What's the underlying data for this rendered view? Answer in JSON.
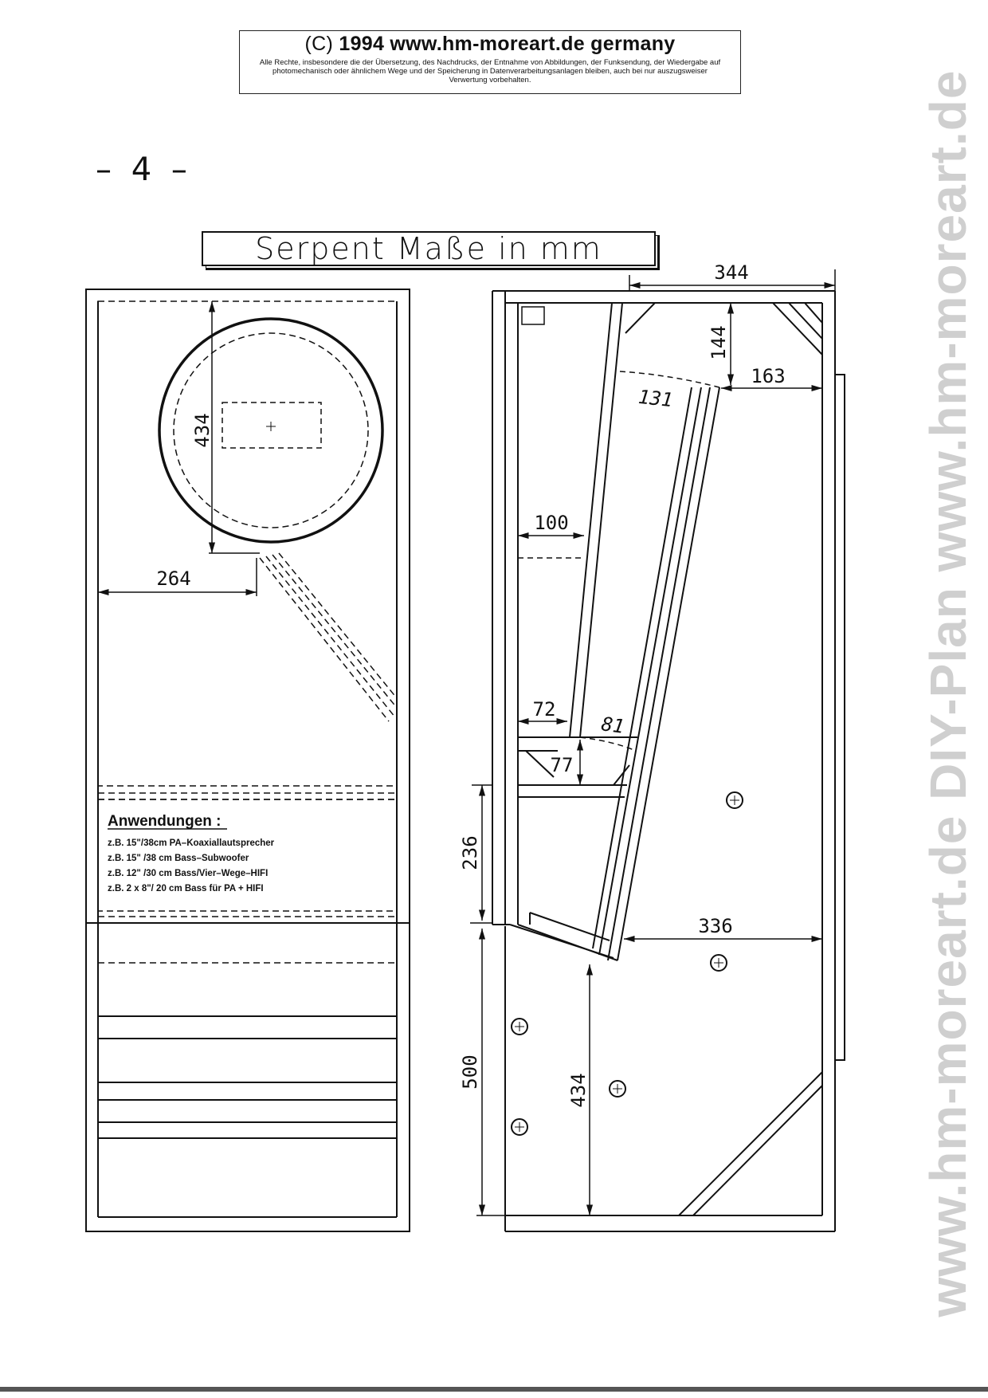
{
  "header": {
    "copyright_symbol": "C",
    "copyright_text": "1994  www.hm-moreart.de  germany",
    "rights_text": "Alle Rechte, insbesondere die der Übersetzung, des Nachdrucks, der Entnahme von Abbildungen, der Funksendung, der Wiedergabe auf photomechanisch oder ähnlichem Wege und der Speicherung in Datenverarbeitungsanlagen bleiben, auch bei nur auszugsweiser Verwertung vorbehalten."
  },
  "page_number": "– 4 –",
  "title": "Serpent Maße in mm",
  "watermark": "www.hm-moreart.de   DIY-Plan  www.hm-moreart.de",
  "front_view": {
    "dimensions": {
      "driver_diameter": "434",
      "driver_offset": "264"
    },
    "applications": {
      "heading": "Anwendungen :",
      "items": [
        "z.B. 15\"/38cm PA–Koaxiallautsprecher",
        "z.B. 15\" /38 cm Bass–Subwoofer",
        "z.B. 12\" /30 cm Bass/Vier–Wege–HIFI",
        "z.B. 2 x 8\"/ 20 cm Bass für PA + HIFI"
      ]
    }
  },
  "side_view": {
    "dimensions": {
      "top_width": "344",
      "top_depth": "144",
      "mouth_right": "163",
      "mouth_throat": "131",
      "throat_left": "100",
      "lower_left": "72",
      "lower_diag": "81",
      "lower_depth": "77",
      "mid_height": "236",
      "mid_width": "336",
      "bottom_height": "500",
      "bottom_inner": "434"
    }
  }
}
